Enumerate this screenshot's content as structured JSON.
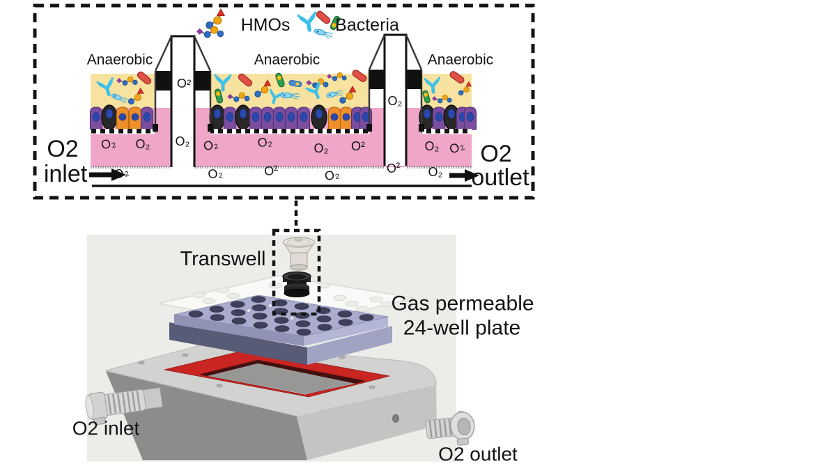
{
  "inset": {
    "legend": {
      "hmos": "HMOs",
      "bacteria": "Bacteria"
    },
    "anaerobic": "Anaerobic",
    "o2": "O2",
    "o2_sub": "O₂",
    "o2_sup": "O²",
    "inlet_word": "inlet",
    "outlet_word": "outlet"
  },
  "assembly": {
    "transwell_label": "Transwell",
    "plate_label_line1": "Gas permeable",
    "plate_label_line2": "24-well plate",
    "inlet_label": "O2 inlet",
    "outlet_label": "O2 outlet"
  },
  "colors": {
    "medium_yellow": "#f8e2a0",
    "medium_pink": "#f0a6c8",
    "cell_purple": "#7a4d9e",
    "cell_orange": "#ee8f2a",
    "goblet_black": "#282828",
    "nucleus_blue": "#2b49ad",
    "plate_top": "#a9accd",
    "gasket_red": "#c92522",
    "backdrop": "#ecece9"
  }
}
